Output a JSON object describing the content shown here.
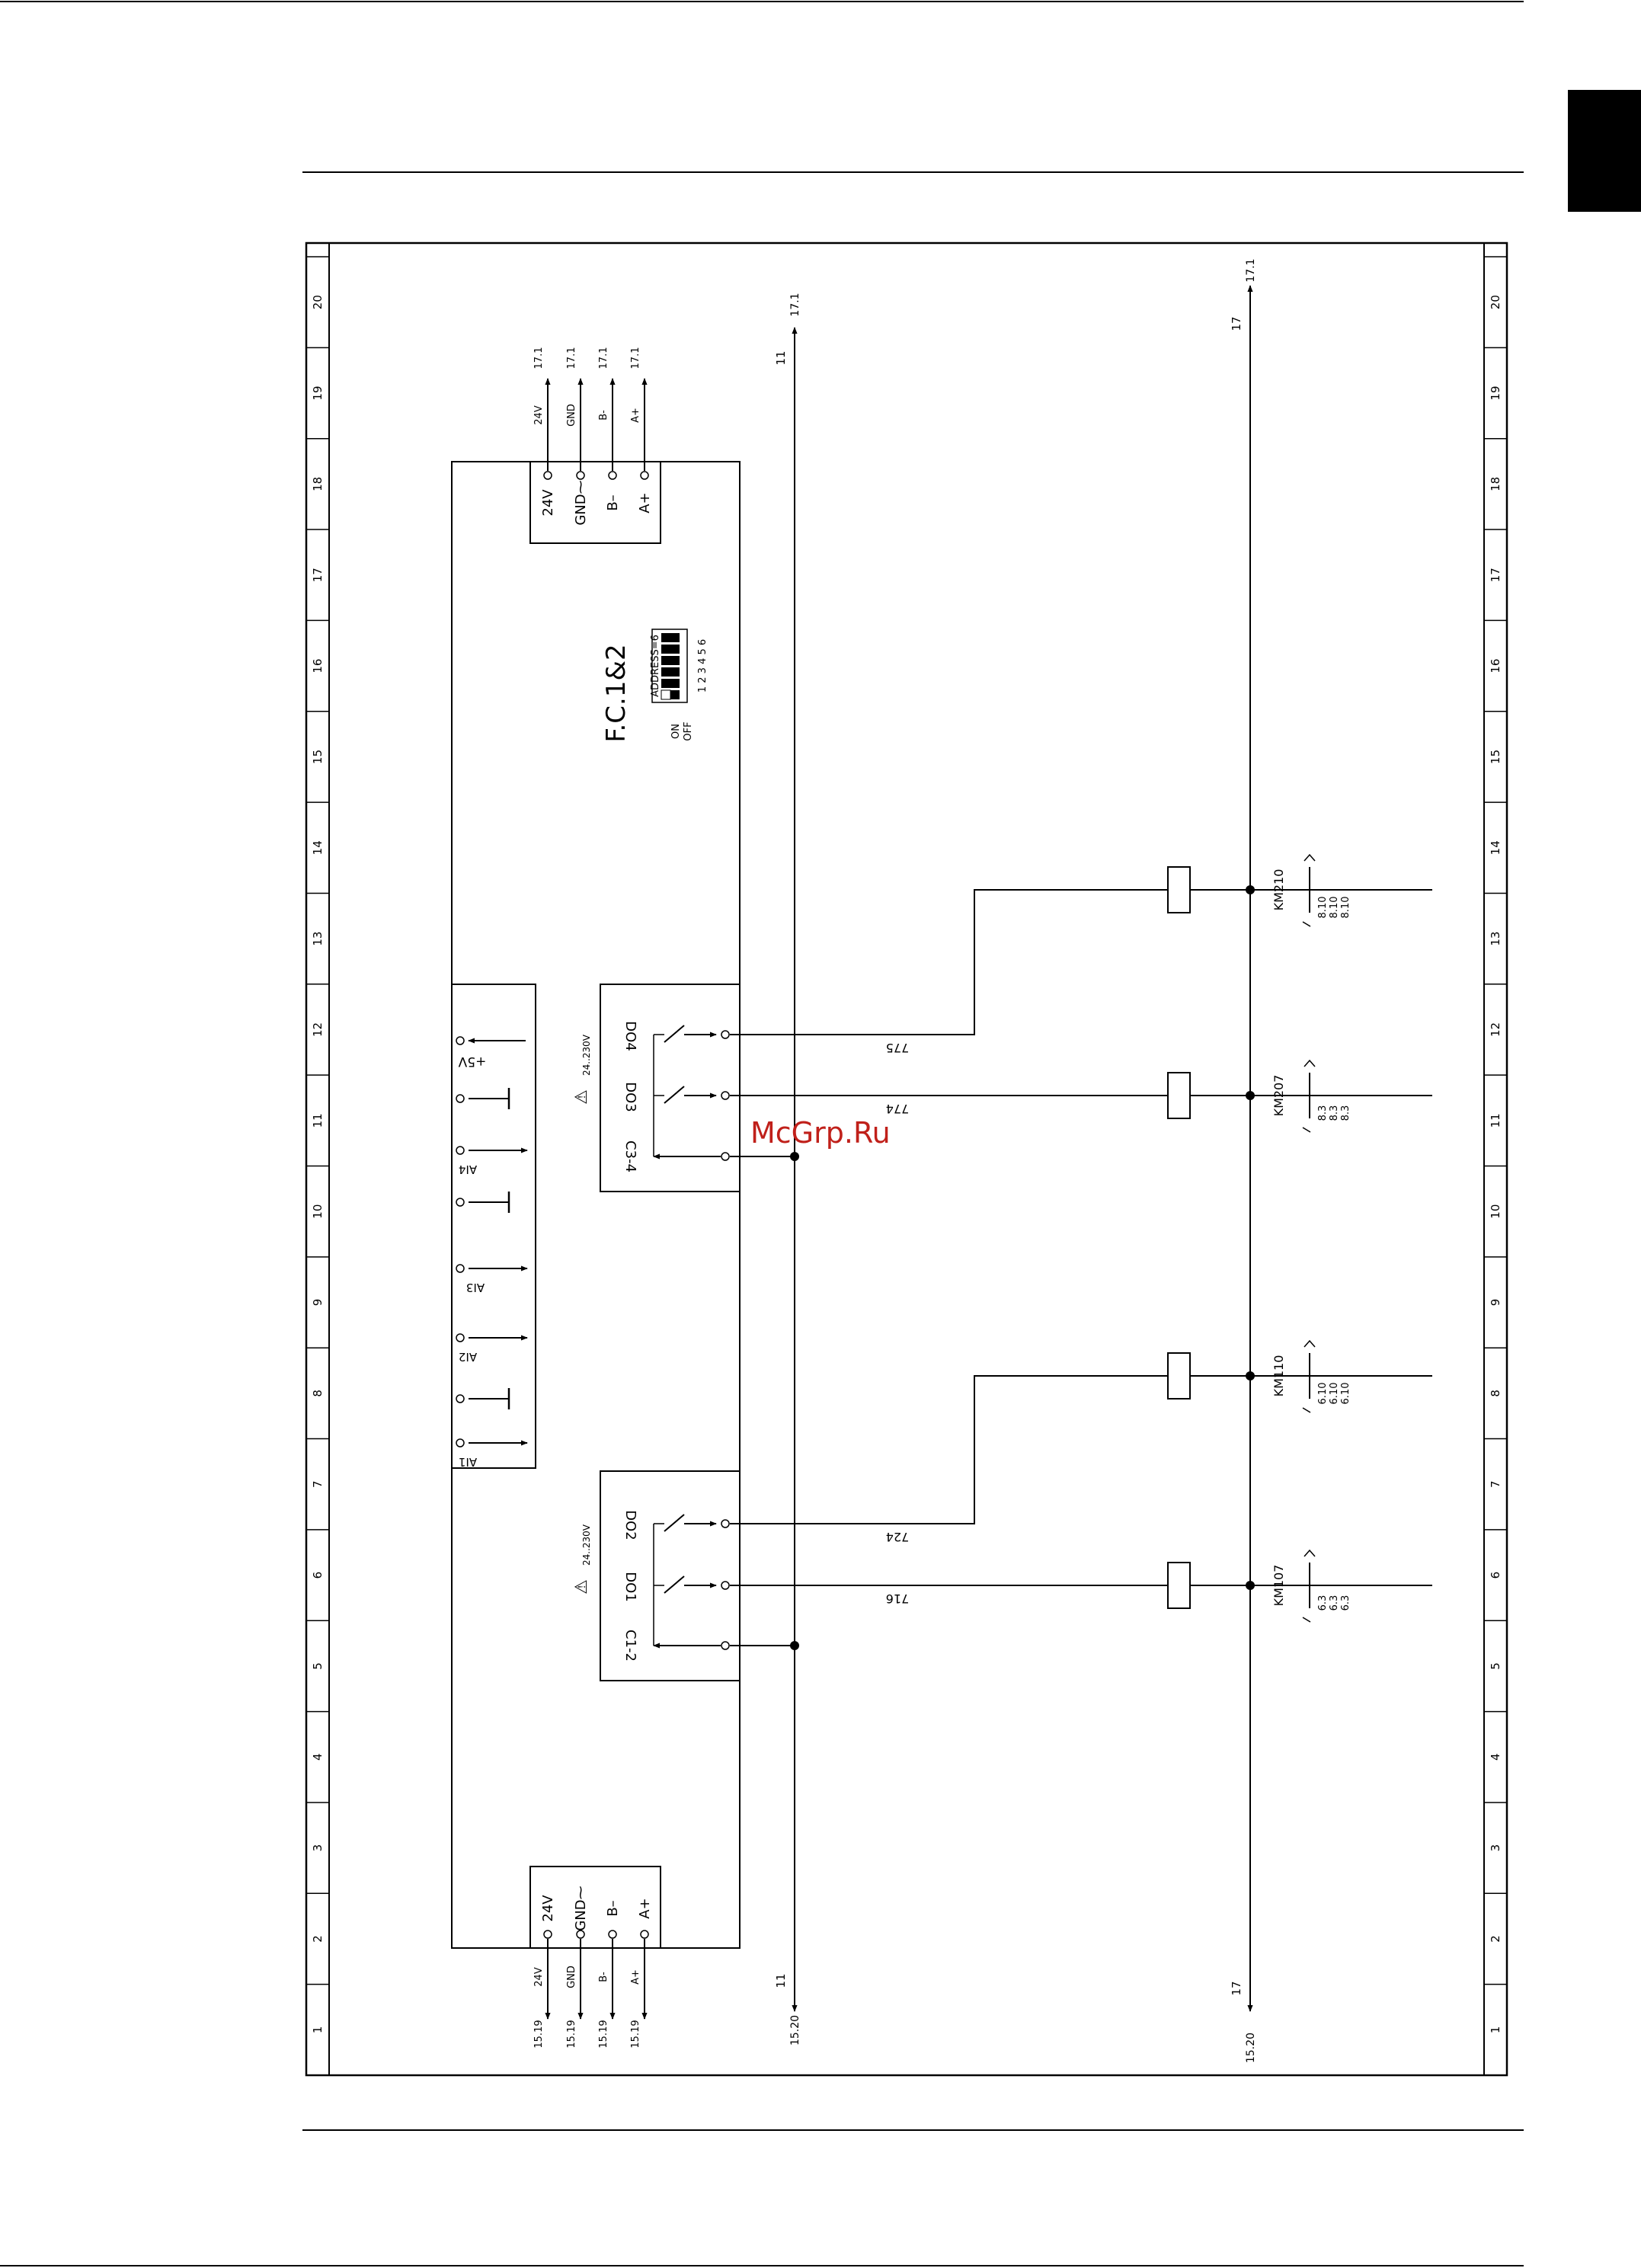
{
  "watermark": "McGrp.Ru",
  "module_title": "F.C.1&2",
  "dip": {
    "caption": "ADDRESS=6",
    "on": "ON",
    "off": "OFF",
    "numbers": "1 2 3 4 5 6"
  },
  "grid_numbers": [
    "1",
    "2",
    "3",
    "4",
    "5",
    "6",
    "7",
    "8",
    "9",
    "10",
    "11",
    "12",
    "13",
    "14",
    "15",
    "16",
    "17",
    "18",
    "19",
    "20"
  ],
  "comm_terminals": [
    "24V",
    "GND",
    "B-",
    "A+"
  ],
  "comm_terminal_labels": [
    "24V",
    "GND⁓",
    "B–",
    "A+"
  ],
  "comm_refs": {
    "left": "15.19",
    "right": "17.1"
  },
  "bus_lines": [
    {
      "name": "11",
      "from_ref": "15.20",
      "to_ref": "17.1"
    },
    {
      "name": "17",
      "from_ref": "15.20",
      "to_ref": "17.1"
    }
  ],
  "analog_inputs": [
    "AI1",
    "AI2",
    "AI3",
    "AI4",
    "+5V"
  ],
  "relay_group_a": {
    "voltage": "24..230V",
    "common": "C1-2",
    "outputs": [
      "DO1",
      "DO2"
    ]
  },
  "relay_group_b": {
    "voltage": "24..230V",
    "common": "C3-4",
    "outputs": [
      "DO3",
      "DO4"
    ]
  },
  "wires": [
    "716",
    "724",
    "774",
    "775"
  ],
  "contactors": [
    {
      "name": "KM107",
      "refs": [
        "6.3",
        "6.3",
        "6.3"
      ]
    },
    {
      "name": "KM110",
      "refs": [
        "6.10",
        "6.10",
        "6.10"
      ]
    },
    {
      "name": "KM207",
      "refs": [
        "8.3",
        "8.3",
        "8.3"
      ]
    },
    {
      "name": "KM210",
      "refs": [
        "8.10",
        "8.10",
        "8.10"
      ]
    }
  ]
}
